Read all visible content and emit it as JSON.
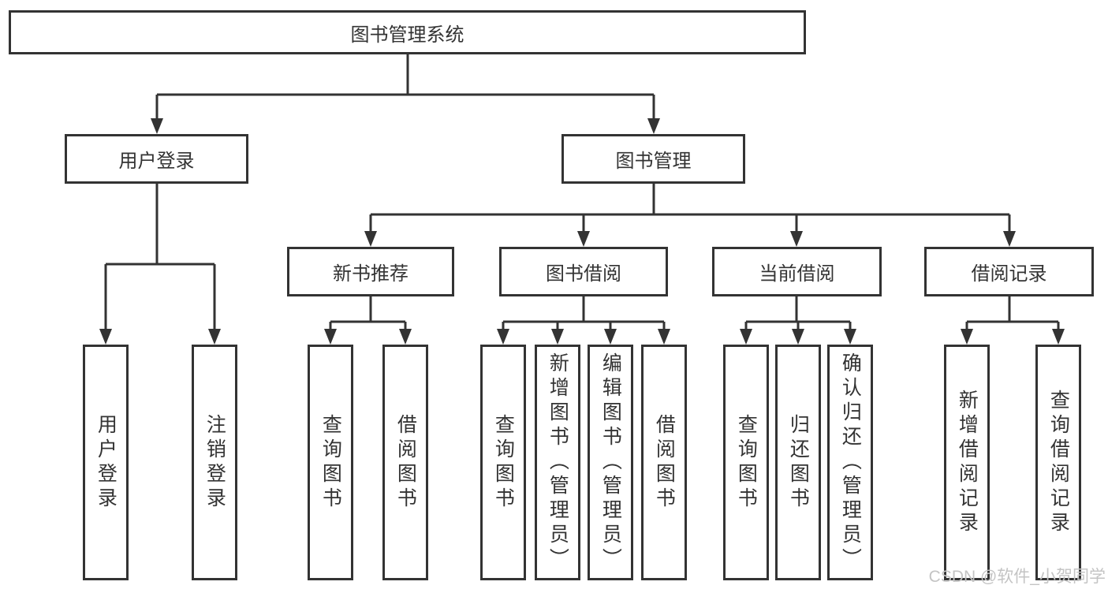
{
  "colors": {
    "line": "#333333",
    "text": "#333333",
    "box_bg": "#ffffff",
    "background": "#ffffff",
    "watermark": "#c4c4c4"
  },
  "watermark": "CSDN @软件_小贺同学",
  "diagram": {
    "root": {
      "label": "图书管理系统"
    },
    "branches": [
      {
        "label": "用户登录",
        "children": [
          {
            "label": "用户登录"
          },
          {
            "label": "注销登录"
          }
        ]
      },
      {
        "label": "图书管理",
        "children": [
          {
            "label": "新书推荐",
            "children": [
              {
                "label": "查询图书"
              },
              {
                "label": "借阅图书"
              }
            ]
          },
          {
            "label": "图书借阅",
            "children": [
              {
                "label": "查询图书"
              },
              {
                "label": "新增图书（管理员）"
              },
              {
                "label": "编辑图书（管理员）"
              },
              {
                "label": "借阅图书"
              }
            ]
          },
          {
            "label": "当前借阅",
            "children": [
              {
                "label": "查询图书"
              },
              {
                "label": "归还图书"
              },
              {
                "label": "确认归还（管理员）"
              }
            ]
          },
          {
            "label": "借阅记录",
            "children": [
              {
                "label": "新增借阅记录"
              },
              {
                "label": "查询借阅记录"
              }
            ]
          }
        ]
      }
    ]
  }
}
